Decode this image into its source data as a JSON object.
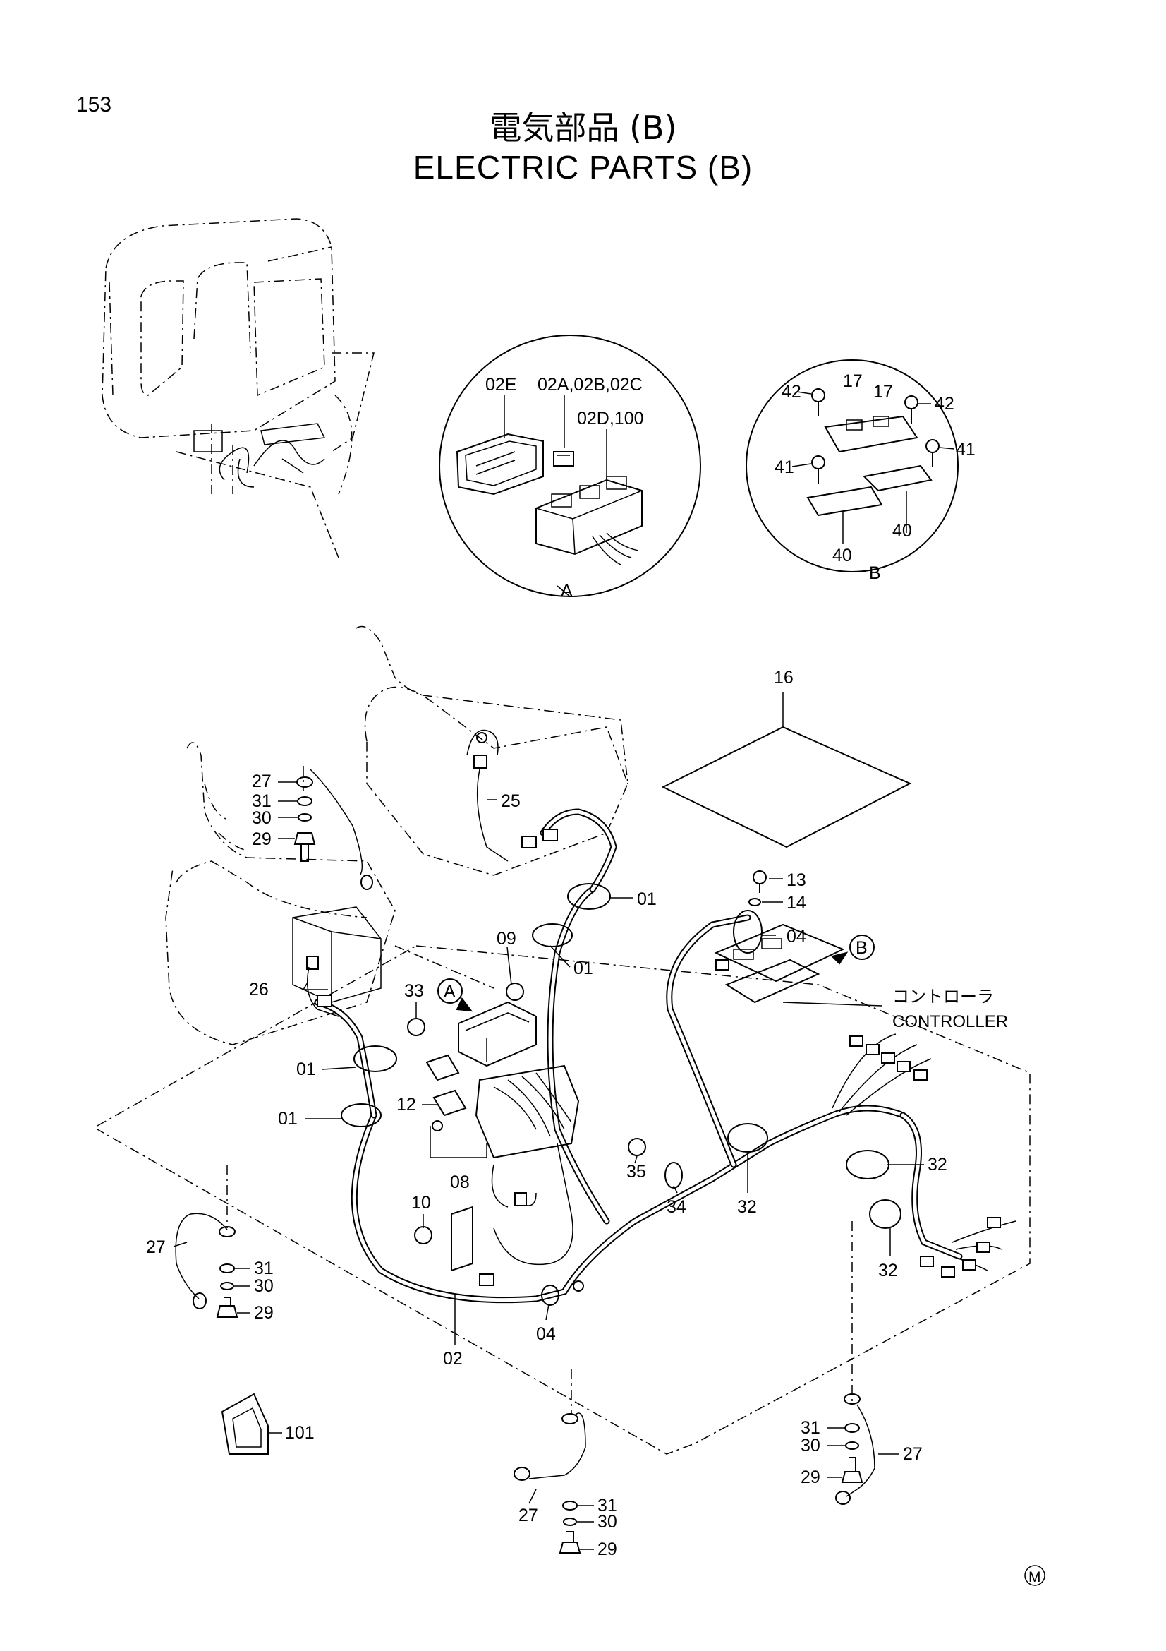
{
  "page": {
    "number": "153",
    "title_jp": "電気部品 (B)",
    "title_en": "ELECTRIC  PARTS  (B)",
    "mark": "M"
  },
  "detail_a": {
    "letter": "A",
    "labels": [
      "02E",
      "02A,02B,02C",
      "02D,100"
    ]
  },
  "detail_b": {
    "letter": "B",
    "labels": [
      "42",
      "17",
      "17",
      "42",
      "41",
      "41",
      "40",
      "40"
    ]
  },
  "callouts": {
    "l16": "16",
    "l13": "13",
    "l14": "14",
    "l04a": "04",
    "l04b": "04",
    "controller_jp": "コントローラ",
    "controller_en": "CONTROLLER",
    "l25": "25",
    "l01a": "01",
    "l01b": "01",
    "l01c": "01",
    "l01d": "01",
    "l09": "09",
    "l27a": "27",
    "l31a": "31",
    "l30a": "30",
    "l29a": "29",
    "l26": "26",
    "l33": "33",
    "l12": "12",
    "l08": "08",
    "l10": "10",
    "l35": "35",
    "l34": "34",
    "l32a": "32",
    "l32b": "32",
    "l32c": "32",
    "l27b": "27",
    "l31b": "31",
    "l30b": "30",
    "l29b": "29",
    "l02": "02",
    "l27c": "27",
    "l31c": "31",
    "l30c": "30",
    "l29c": "29",
    "l27d": "27",
    "l31d": "31",
    "l30d": "30",
    "l29d": "29",
    "l101": "101",
    "ref_a": "A",
    "ref_b": "B"
  }
}
